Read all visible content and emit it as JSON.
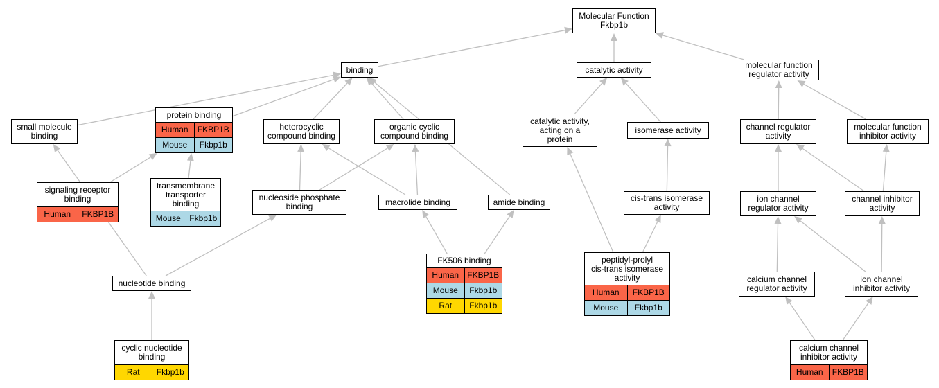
{
  "diagram": {
    "colors": {
      "edge": "#c0c0c0",
      "Human": "#fa6548",
      "Mouse": "#add8e6",
      "Rat": "#ffd700"
    },
    "nodes": [
      {
        "id": "mf",
        "label": "Molecular Function\nFkbp1b",
        "rows": []
      },
      {
        "id": "binding",
        "label": "binding",
        "rows": []
      },
      {
        "id": "catalytic",
        "label": "catalytic activity",
        "rows": []
      },
      {
        "id": "mfreg",
        "label": "molecular function\nregulator activity",
        "rows": []
      },
      {
        "id": "small",
        "label": "small molecule\nbinding",
        "rows": []
      },
      {
        "id": "protein",
        "label": "protein binding",
        "rows": [
          {
            "species": "Human",
            "gene": "FKBP1B"
          },
          {
            "species": "Mouse",
            "gene": "Fkbp1b"
          }
        ]
      },
      {
        "id": "hetero",
        "label": "heterocyclic\ncompound binding",
        "rows": []
      },
      {
        "id": "organic",
        "label": "organic cyclic\ncompound binding",
        "rows": []
      },
      {
        "id": "catprot",
        "label": "catalytic activity,\nacting on a\nprotein",
        "rows": []
      },
      {
        "id": "isomerase",
        "label": "isomerase activity",
        "rows": []
      },
      {
        "id": "chreg",
        "label": "channel regulator\nactivity",
        "rows": []
      },
      {
        "id": "mfinh",
        "label": "molecular function\ninhibitor activity",
        "rows": []
      },
      {
        "id": "sigrec",
        "label": "signaling receptor\nbinding",
        "rows": [
          {
            "species": "Human",
            "gene": "FKBP1B"
          }
        ]
      },
      {
        "id": "transm",
        "label": "transmembrane\ntransporter\nbinding",
        "rows": [
          {
            "species": "Mouse",
            "gene": "Fkbp1b"
          }
        ]
      },
      {
        "id": "nucphos",
        "label": "nucleoside phosphate\nbinding",
        "rows": []
      },
      {
        "id": "macro",
        "label": "macrolide binding",
        "rows": []
      },
      {
        "id": "amide",
        "label": "amide binding",
        "rows": []
      },
      {
        "id": "cistrans",
        "label": "cis-trans isomerase\nactivity",
        "rows": []
      },
      {
        "id": "ionreg",
        "label": "ion channel\nregulator activity",
        "rows": []
      },
      {
        "id": "chinh",
        "label": "channel inhibitor\nactivity",
        "rows": []
      },
      {
        "id": "fk506",
        "label": "FK506 binding",
        "rows": [
          {
            "species": "Human",
            "gene": "FKBP1B"
          },
          {
            "species": "Mouse",
            "gene": "Fkbp1b"
          },
          {
            "species": "Rat",
            "gene": "Fkbp1b"
          }
        ]
      },
      {
        "id": "ppi",
        "label": "peptidyl-prolyl\ncis-trans isomerase\nactivity",
        "rows": [
          {
            "species": "Human",
            "gene": "FKBP1B"
          },
          {
            "species": "Mouse",
            "gene": "Fkbp1b"
          }
        ]
      },
      {
        "id": "nucleotide",
        "label": "nucleotide binding",
        "rows": []
      },
      {
        "id": "careg",
        "label": "calcium channel\nregulator activity",
        "rows": []
      },
      {
        "id": "ioninh",
        "label": "ion channel\ninhibitor activity",
        "rows": []
      },
      {
        "id": "cyclic",
        "label": "cyclic nucleotide\nbinding",
        "rows": [
          {
            "species": "Rat",
            "gene": "Fkbp1b"
          }
        ]
      },
      {
        "id": "cainh",
        "label": "calcium channel\ninhibitor activity",
        "rows": [
          {
            "species": "Human",
            "gene": "FKBP1B"
          }
        ]
      }
    ],
    "edges": [
      {
        "from": "binding",
        "to": "mf"
      },
      {
        "from": "catalytic",
        "to": "mf"
      },
      {
        "from": "mfreg",
        "to": "mf"
      },
      {
        "from": "small",
        "to": "binding"
      },
      {
        "from": "protein",
        "to": "binding"
      },
      {
        "from": "hetero",
        "to": "binding"
      },
      {
        "from": "organic",
        "to": "binding"
      },
      {
        "from": "amide",
        "to": "binding"
      },
      {
        "from": "catprot",
        "to": "catalytic"
      },
      {
        "from": "isomerase",
        "to": "catalytic"
      },
      {
        "from": "chreg",
        "to": "mfreg"
      },
      {
        "from": "mfinh",
        "to": "mfreg"
      },
      {
        "from": "sigrec",
        "to": "protein"
      },
      {
        "from": "transm",
        "to": "protein"
      },
      {
        "from": "nucphos",
        "to": "hetero"
      },
      {
        "from": "nucphos",
        "to": "organic"
      },
      {
        "from": "macro",
        "to": "hetero"
      },
      {
        "from": "macro",
        "to": "organic"
      },
      {
        "from": "cistrans",
        "to": "isomerase"
      },
      {
        "from": "ionreg",
        "to": "chreg"
      },
      {
        "from": "chinh",
        "to": "chreg"
      },
      {
        "from": "chinh",
        "to": "mfinh"
      },
      {
        "from": "fk506",
        "to": "macro"
      },
      {
        "from": "fk506",
        "to": "amide"
      },
      {
        "from": "ppi",
        "to": "catprot"
      },
      {
        "from": "ppi",
        "to": "cistrans"
      },
      {
        "from": "nucleotide",
        "to": "small"
      },
      {
        "from": "nucleotide",
        "to": "nucphos"
      },
      {
        "from": "careg",
        "to": "ionreg"
      },
      {
        "from": "ioninh",
        "to": "ionreg"
      },
      {
        "from": "ioninh",
        "to": "chinh"
      },
      {
        "from": "cyclic",
        "to": "nucleotide"
      },
      {
        "from": "cainh",
        "to": "careg"
      },
      {
        "from": "cainh",
        "to": "ioninh"
      }
    ]
  }
}
